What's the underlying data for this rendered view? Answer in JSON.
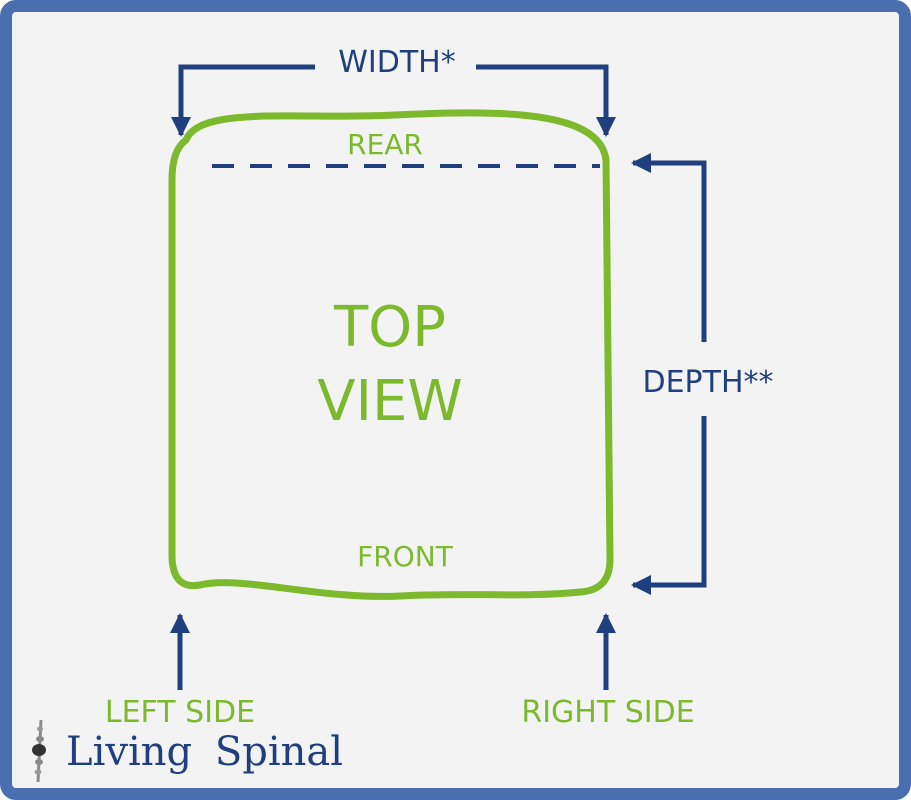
{
  "diagram": {
    "width_label": "WIDTH*",
    "depth_label": "DEPTH**",
    "rear_label": "REAR",
    "front_label": "FRONT",
    "center_label_line1": "TOP",
    "center_label_line2": "VIEW",
    "left_side_label": "LEFT SIDE",
    "right_side_label": "RIGHT SIDE"
  },
  "brand": {
    "name_part1": "Living",
    "name_part2": "Spinal",
    "logo_icon": "spine-icon"
  },
  "colors": {
    "frame": "#4a6eb0",
    "arrow_blue": "#1f3f7e",
    "seat_green": "#7cb92c",
    "background": "#f3f3f3"
  }
}
